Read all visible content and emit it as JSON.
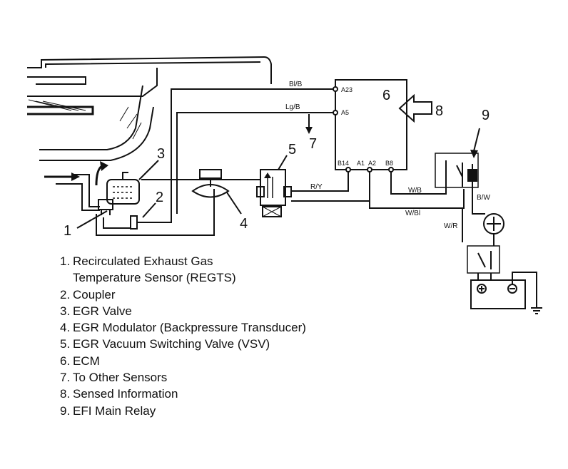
{
  "callouts": {
    "c1": "1",
    "c2": "2",
    "c3": "3",
    "c4": "4",
    "c5": "5",
    "c6": "6",
    "c7": "7",
    "c8": "8",
    "c9": "9"
  },
  "wires": {
    "bl_b": "Bl/B",
    "lg_b": "Lg/B",
    "r_y": "R/Y",
    "w_b": "W/B",
    "w_bl": "W/Bl",
    "w_r": "W/R",
    "b_w": "B/W"
  },
  "ecm_pins": {
    "a23": "A23",
    "a5": "A5",
    "b14": "B14",
    "a1": "A1",
    "a2": "A2",
    "b8": "B8"
  },
  "legend": [
    {
      "num": "1.",
      "lines": [
        "Recirculated Exhaust Gas",
        "Temperature Sensor (REGTS)"
      ]
    },
    {
      "num": "2.",
      "lines": [
        "Coupler"
      ]
    },
    {
      "num": "3.",
      "lines": [
        "EGR Valve"
      ]
    },
    {
      "num": "4.",
      "lines": [
        "EGR Modulator (Backpressure Transducer)"
      ]
    },
    {
      "num": "5.",
      "lines": [
        "EGR Vacuum Switching Valve (VSV)"
      ]
    },
    {
      "num": "6.",
      "lines": [
        "ECM"
      ]
    },
    {
      "num": "7.",
      "lines": [
        "To Other Sensors"
      ]
    },
    {
      "num": "8.",
      "lines": [
        "Sensed Information"
      ]
    },
    {
      "num": "9.",
      "lines": [
        "EFI Main Relay"
      ]
    }
  ]
}
